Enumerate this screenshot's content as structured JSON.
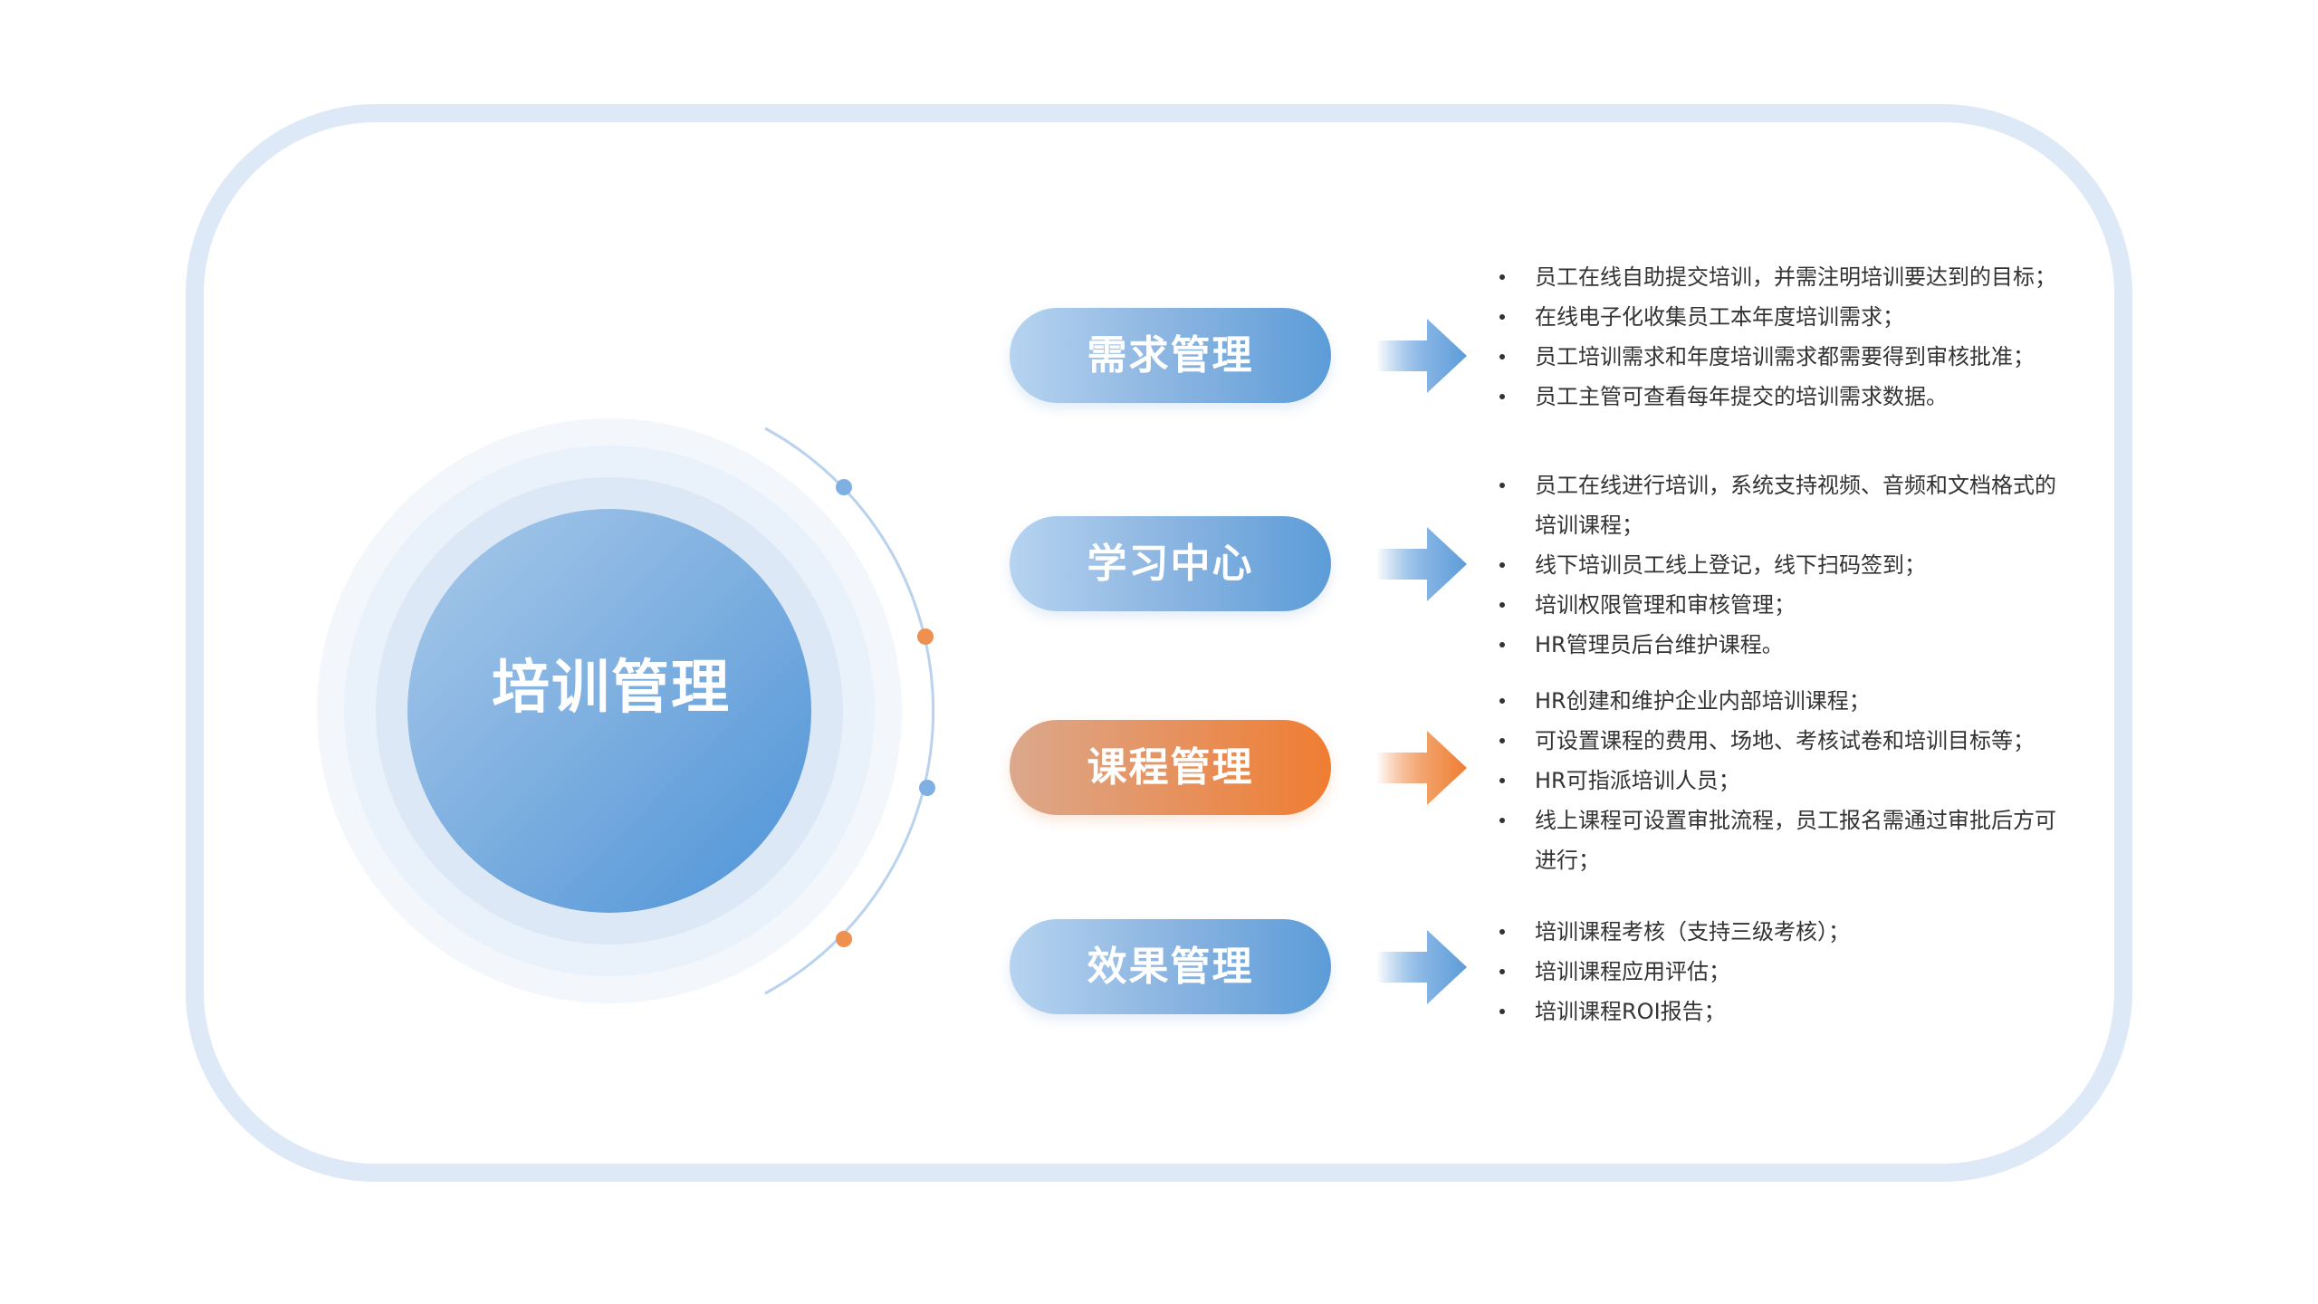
{
  "center": {
    "title": "培训管理"
  },
  "modules": [
    {
      "label": "需求管理",
      "accent": "blue",
      "items": [
        "员工在线自助提交培训，并需注明培训要达到的目标；",
        "在线电子化收集员工本年度培训需求；",
        "员工培训需求和年度培训需求都需要得到审核批准；",
        "员工主管可查看每年提交的培训需求数据。"
      ]
    },
    {
      "label": "学习中心",
      "accent": "blue",
      "items": [
        "员工在线进行培训，系统支持视频、音频和文档格式的培训课程；",
        "线下培训员工线上登记，线下扫码签到；",
        "培训权限管理和审核管理；",
        "HR管理员后台维护课程。"
      ]
    },
    {
      "label": "课程管理",
      "accent": "orange",
      "items": [
        "HR创建和维护企业内部培训课程；",
        "可设置课程的费用、场地、考核试卷和培训目标等；",
        "HR可指派培训人员；",
        "线上课程可设置审批流程，员工报名需通过审批后方可进行；"
      ]
    },
    {
      "label": "效果管理",
      "accent": "blue",
      "items": [
        "培训课程考核（支持三级考核）；",
        "培训课程应用评估；",
        "培训课程ROI报告；"
      ]
    }
  ],
  "colors": {
    "frame": "#dde9f7",
    "blue": "#5c9cd8",
    "orange": "#ef7d32",
    "text": "#333333"
  }
}
